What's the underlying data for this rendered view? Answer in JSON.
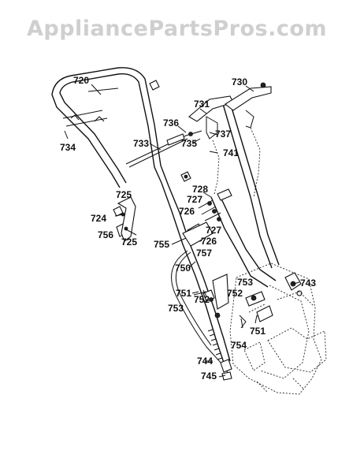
{
  "watermark": {
    "text": "AppliancePartsPros.com"
  },
  "labels": {
    "p720": "720",
    "p730": "730",
    "p731": "731",
    "p736": "736",
    "p737": "737",
    "p733": "733",
    "p735": "735",
    "p734": "734",
    "p741": "741",
    "p728": "728",
    "p727a": "727",
    "p725a": "725",
    "p726a": "726",
    "p724": "724",
    "p727b": "727",
    "p756": "756",
    "p725b": "725",
    "p726b": "726",
    "p755": "755",
    "p757": "757",
    "p750": "750",
    "p753a": "753",
    "p743": "743",
    "p751a": "751",
    "p752a": "752",
    "p752b": "752",
    "p753b": "753",
    "p751b": "751",
    "p754": "754",
    "p744": "744",
    "p745": "745"
  }
}
